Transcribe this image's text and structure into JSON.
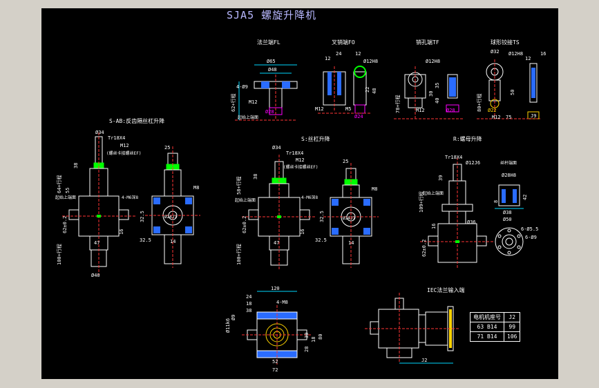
{
  "title": "SJA5 螺旋升降机",
  "colors": {
    "background": "#000000",
    "line": "#ffffff",
    "dim": "#00d8ff",
    "accent": "#00ff00",
    "hatch": "#ff00ff",
    "title": "#b8b8ff"
  },
  "top_views": {
    "fl": {
      "label": "法兰端FL",
      "dims": [
        "Ø65",
        "Ø48",
        "4-Ø9",
        "M12",
        "Ø28",
        "62+行程"
      ]
    },
    "fo": {
      "label": "叉销端FO",
      "dims": [
        "12",
        "24",
        "Ø12H8",
        "12",
        "22",
        "48",
        "M12",
        "M5",
        "Ø24"
      ]
    },
    "tf": {
      "label": "销孔端TF",
      "dims": [
        "Ø12H8",
        "35",
        "30",
        "40",
        "M12",
        "Ø28",
        "78+行程"
      ]
    },
    "ts": {
      "label": "球形铰接TS",
      "dims": [
        "Ø32",
        "Ø12H8",
        "16",
        "12",
        "50",
        "Ø22",
        "M12",
        "75",
        "J9",
        "80+行程"
      ]
    },
    "baseline": "起始上端面"
  },
  "mid_views": {
    "sab": {
      "label": "S-AB:反齿隔丝杠升降",
      "dims": [
        "Ø34",
        "Tr18X4",
        "M12",
        "(螺丝卡接螺丝EF)",
        "25",
        "38",
        "64+行程",
        "55",
        "100+行程",
        "62±0.2",
        "4-M6深8",
        "32.5",
        "47",
        "Ø40",
        "Ø24J7",
        "M8",
        "16",
        "14"
      ],
      "start": "起始上端面"
    },
    "s": {
      "label": "S:丝杠升降",
      "dims": [
        "Ø34",
        "Tr18X4",
        "M12",
        "(螺丝卡接螺丝EF)",
        "25",
        "38",
        "58+行程",
        "62±0.2",
        "4-M6深8",
        "100+行程",
        "32.5",
        "47",
        "Ø24J7",
        "M8",
        "16",
        "14"
      ],
      "start": "起始上端面"
    },
    "r": {
      "label": "R:螺母升降",
      "dims": [
        "Tr18X4",
        "Ø12J6",
        "39",
        "109+行程",
        "16",
        "Ø36",
        "62±0.2",
        "Ø28H8",
        "8",
        "42",
        "Ø38",
        "Ø50",
        "6-Ø5.5",
        "6-Ø9"
      ],
      "start": "起始上端面",
      "note": "丝杆端面"
    }
  },
  "bottom_views": {
    "front": {
      "dims": [
        "120",
        "24",
        "18",
        "38",
        "4-M8",
        "Ø9",
        "Ø11k6",
        "30",
        "18",
        "28",
        "52",
        "72",
        "80"
      ]
    },
    "iec": {
      "label": "IEC法兰输入端",
      "dims": [
        "J2"
      ]
    }
  },
  "motor_table": {
    "headers": [
      "电机机座号",
      "J2"
    ],
    "rows": [
      [
        "63 B14",
        "99"
      ],
      [
        "71 B14",
        "106"
      ]
    ]
  }
}
